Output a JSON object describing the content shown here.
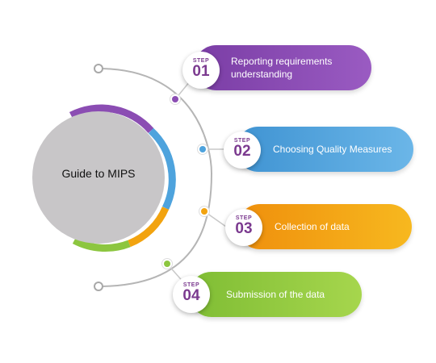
{
  "title": "Guide to MIPS",
  "step_label": "STEP",
  "steps": [
    {
      "number": "01",
      "text": "Reporting requirements\n understanding",
      "color": "#8b4db3"
    },
    {
      "number": "02",
      "text": "Choosing Quality Measures",
      "color": "#4ea3dd"
    },
    {
      "number": "03",
      "text": "Collection of data",
      "color": "#f2a30f"
    },
    {
      "number": "04",
      "text": "Submission of the data",
      "color": "#8cc63f"
    }
  ],
  "colors": {
    "hub": "#c8c6c8",
    "rail": "#b3b3b3",
    "badge_text": "#7b3a8f"
  }
}
